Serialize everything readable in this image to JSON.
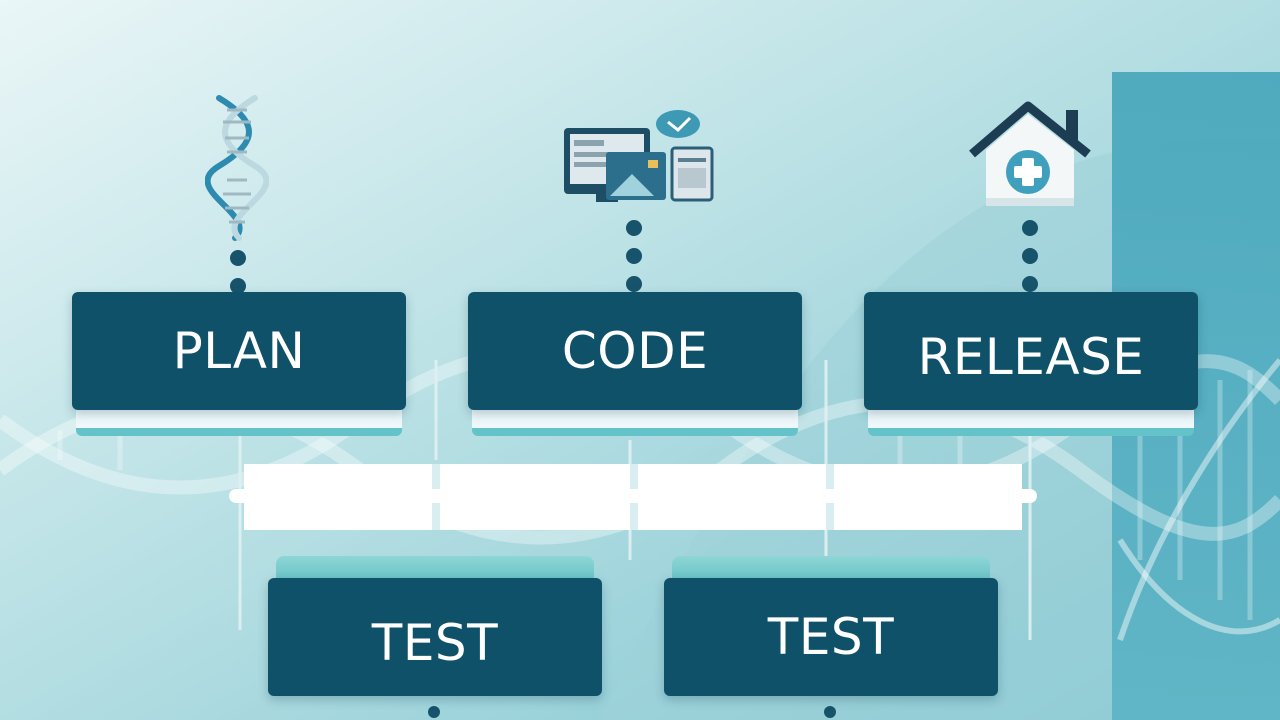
{
  "colors": {
    "box_fill": "#0f5168",
    "box_text": "#ffffff",
    "accent_teal": "#64c3c9",
    "background_light": "#d6eef0",
    "background_teal": "#49a9bd",
    "connector": "#17536a"
  },
  "icons": {
    "plan": "dna-helix-icon",
    "code": "computer-screens-icon",
    "release": "house-with-medical-cross-icon"
  },
  "stages": [
    {
      "id": "plan",
      "label": "PLAN"
    },
    {
      "id": "code",
      "label": "CODE"
    },
    {
      "id": "release",
      "label": "RELEASE"
    },
    {
      "id": "test1",
      "label": "TEST"
    },
    {
      "id": "test2",
      "label": "TEST"
    }
  ]
}
